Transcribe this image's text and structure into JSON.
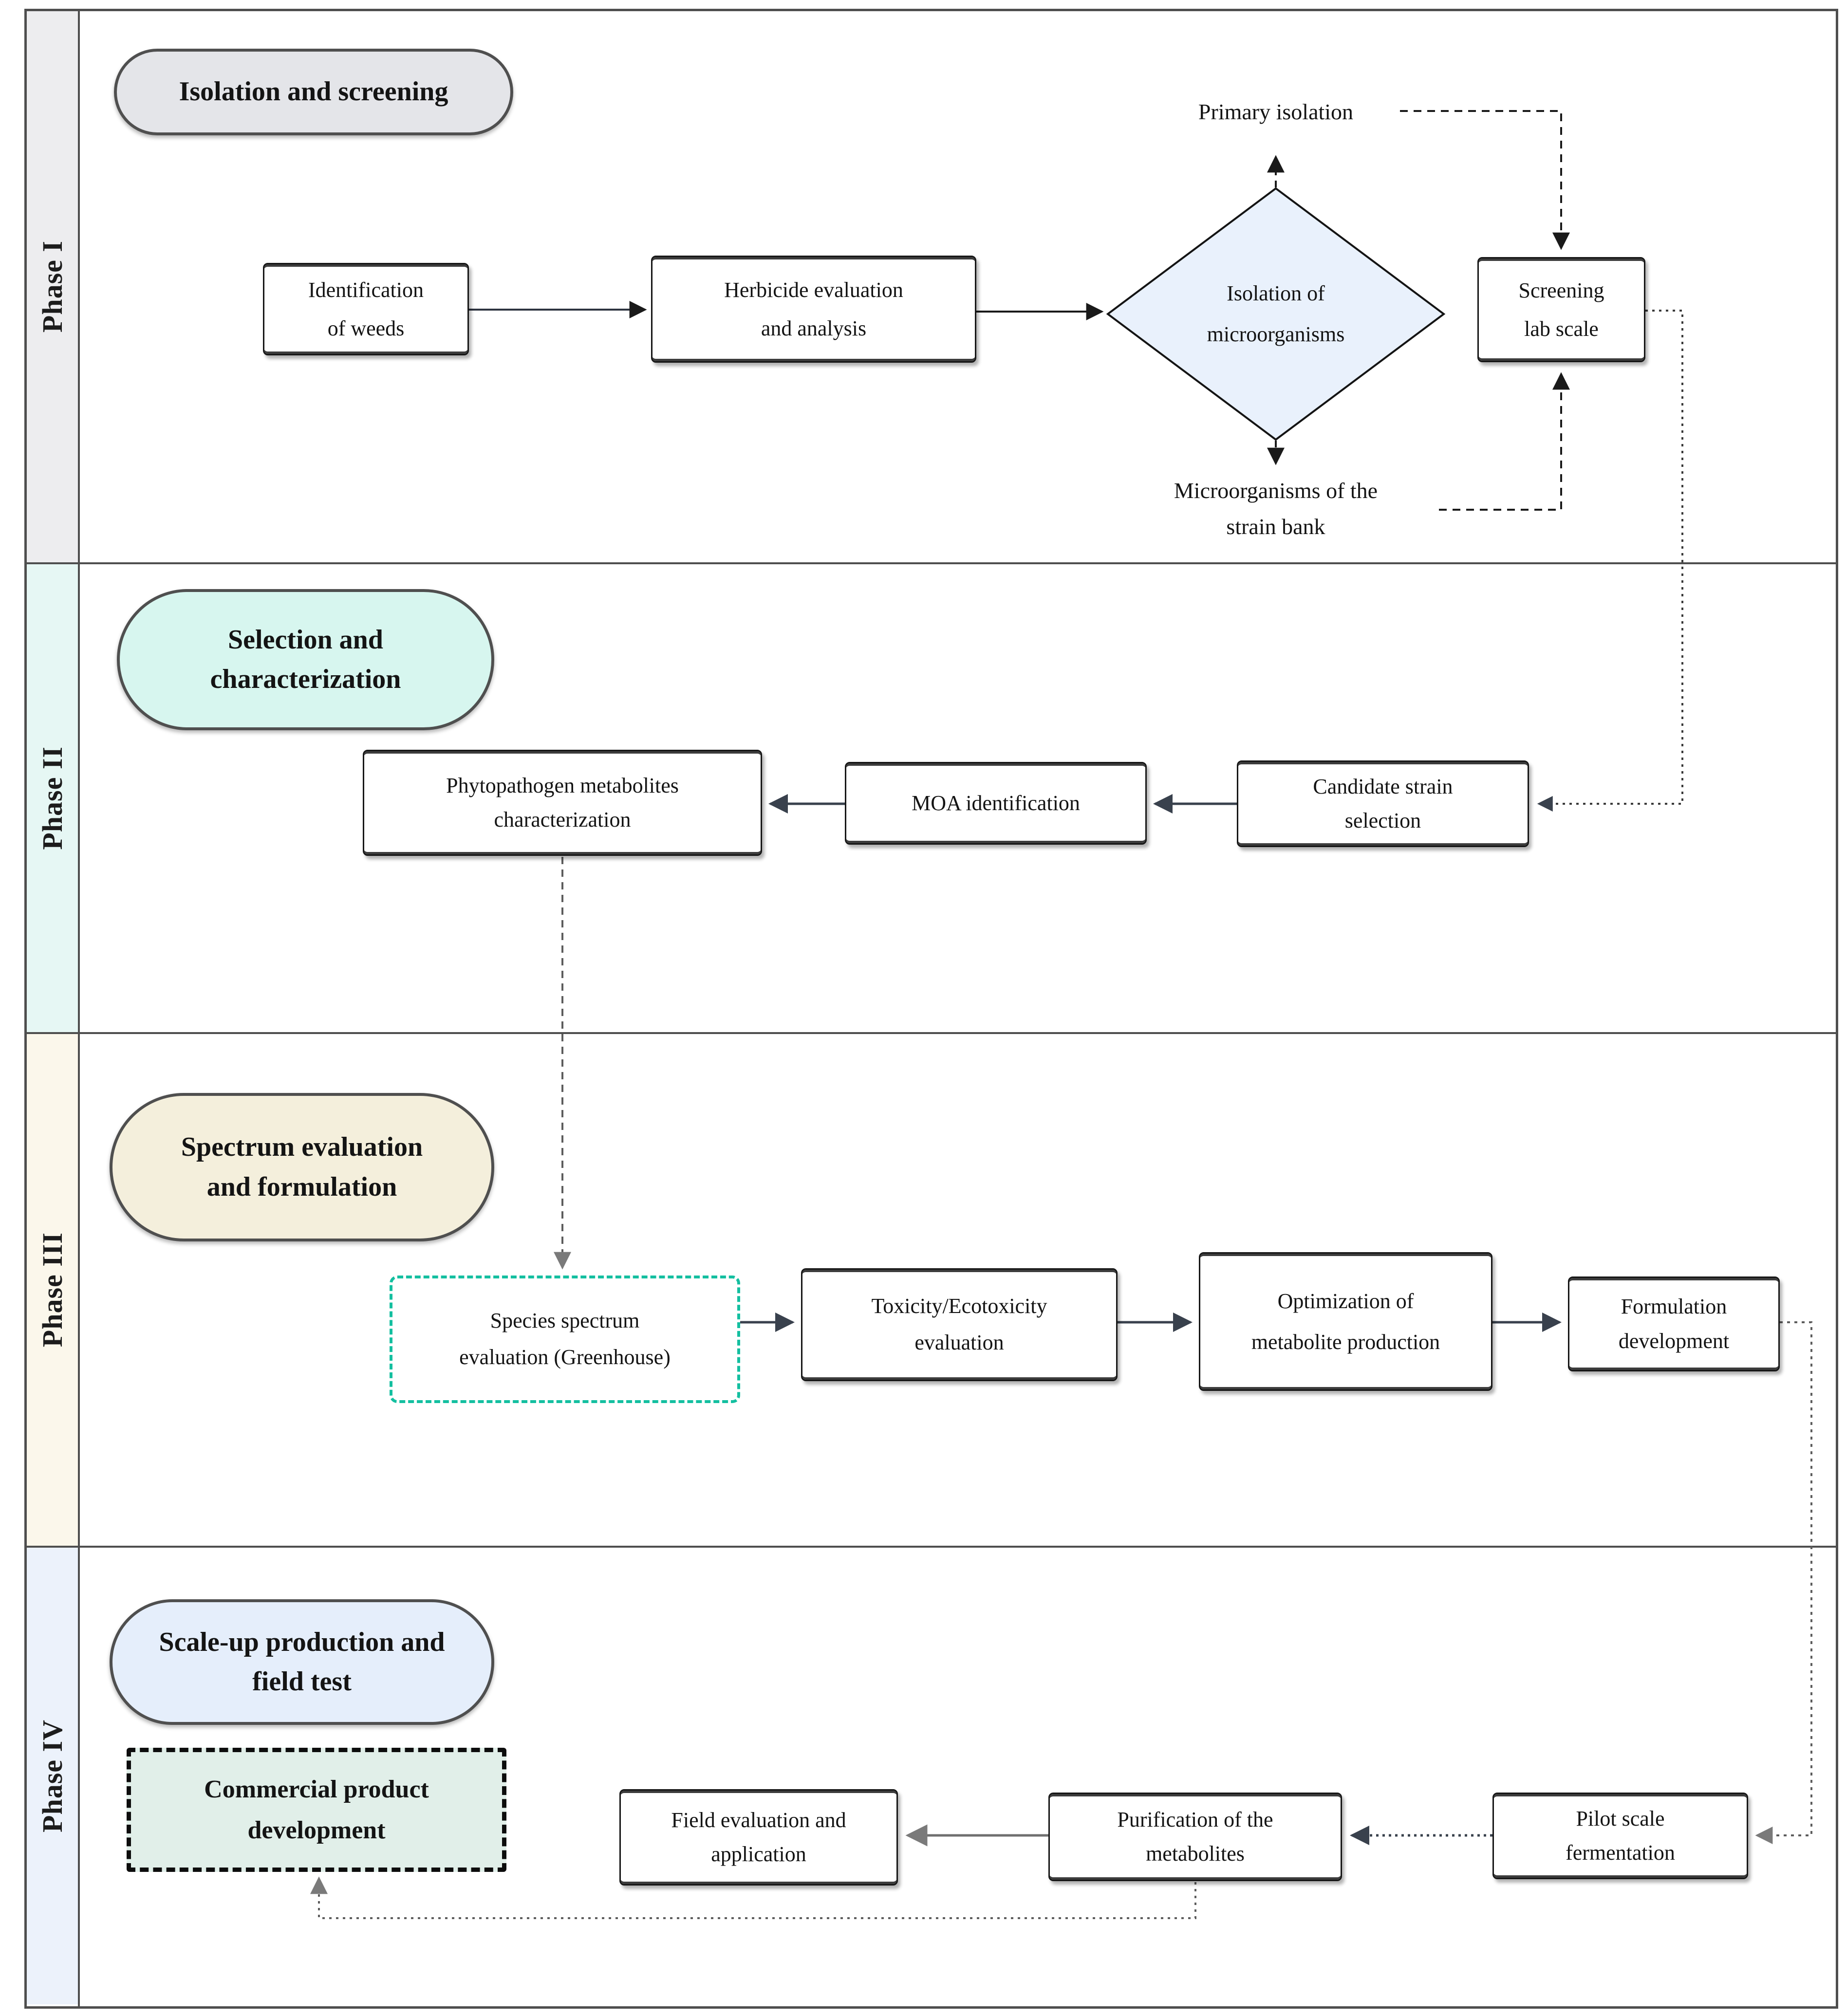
{
  "colors": {
    "frame": "#4e4e4e",
    "phase1_accent": "#e4e5e9",
    "phase1_strip": "#ededef",
    "phase2_accent": "#d7f6ef",
    "phase2_strip": "#e6f7f4",
    "phase3_accent": "#f4efdc",
    "phase3_strip": "#fbf7eb",
    "phase4_accent": "#e5eefb",
    "phase4_strip": "#ecf2fb",
    "diamond_fill": "#e9f1fc",
    "species_border": "#14bfa0",
    "commercial_fill": "#e1efe9",
    "arrow_dark": "#1a1a1a",
    "arrow_slate": "#39414d",
    "arrow_gray": "#7a7a7a"
  },
  "phases": [
    {
      "label": "Phase I",
      "title": "Isolation and screening"
    },
    {
      "label": "Phase II",
      "title": "Selection and\ncharacterization"
    },
    {
      "label": "Phase III",
      "title": "Spectrum evaluation\nand formulation"
    },
    {
      "label": "Phase IV",
      "title": "Scale-up production and\nfield test"
    }
  ],
  "nodes": {
    "identification": "Identification\nof weeds",
    "herbicide": "Herbicide evaluation\nand analysis",
    "isolation_diamond": "Isolation of\nmicroorganisms",
    "screening": "Screening\nlab scale",
    "primary_isolation": "Primary isolation",
    "strain_bank": "Microorganisms of the\nstrain bank",
    "candidate": "Candidate strain\nselection",
    "moa": "MOA identification",
    "phytopathogen": "Phytopathogen metabolites\ncharacterization",
    "species": "Species spectrum\nevaluation (Greenhouse)",
    "toxicity": "Toxicity/Ecotoxicity\nevaluation",
    "optimization": "Optimization of\nmetabolite production",
    "formulation": "Formulation\ndevelopment",
    "commercial": "Commercial product\ndevelopment",
    "field": "Field evaluation and\napplication",
    "purification": "Purification of the\nmetabolites",
    "pilot": "Pilot scale\nfermentation"
  }
}
